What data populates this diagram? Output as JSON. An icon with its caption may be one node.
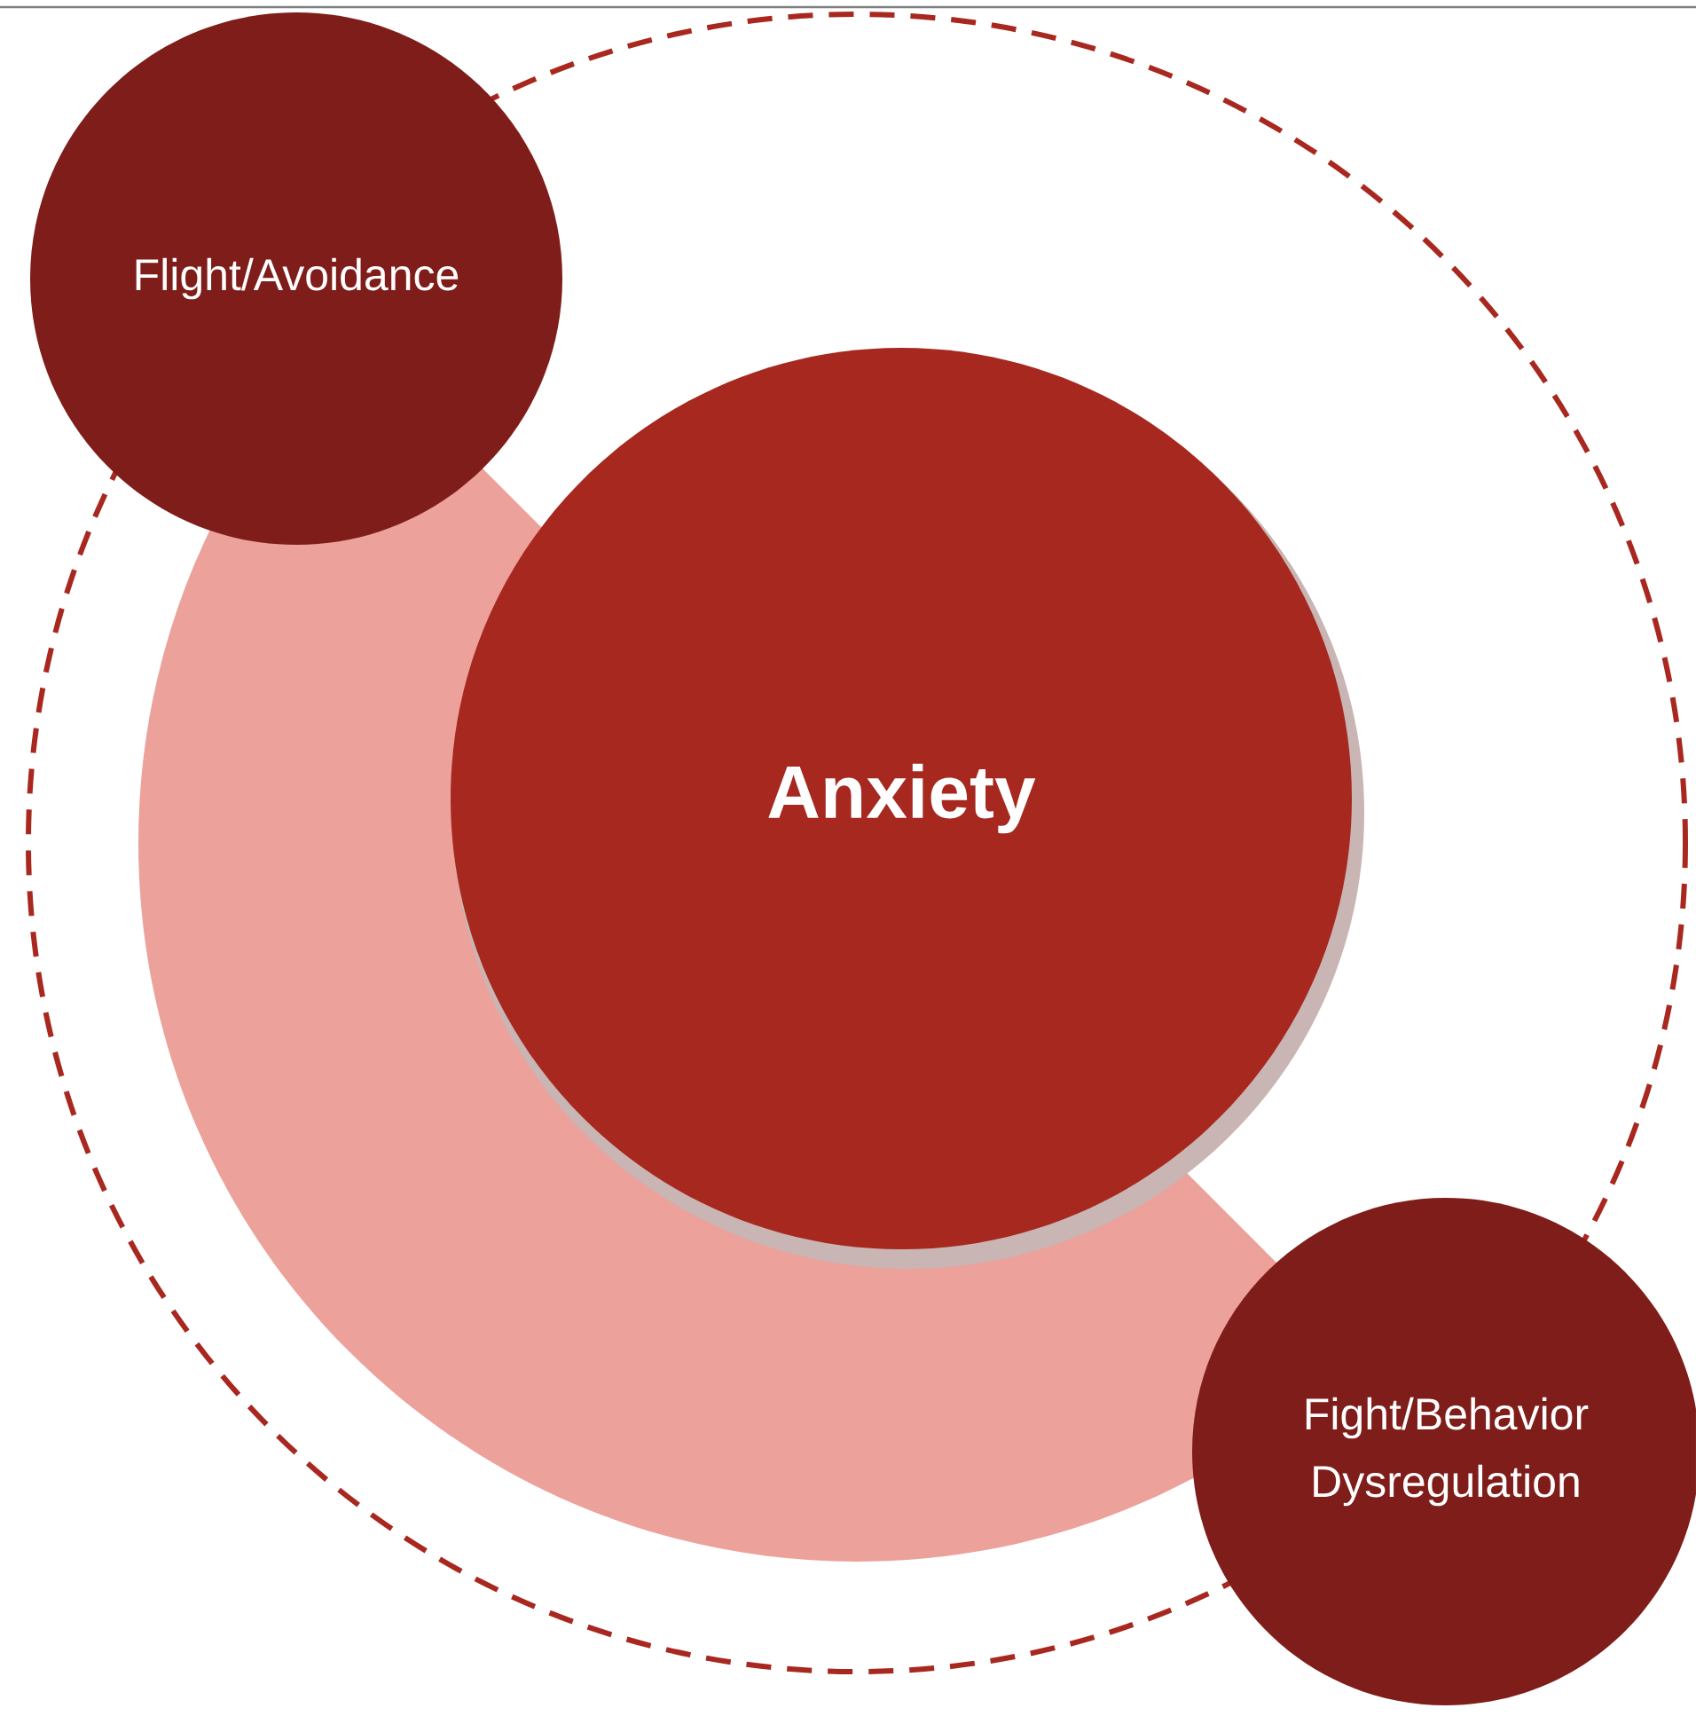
{
  "diagram": {
    "nodes": [
      {
        "text": [
          "Anxiety"
        ]
      },
      {
        "text": [
          "Flight/Avoidance"
        ]
      },
      {
        "text": [
          "Fight/Behavior Dysregulation"
        ]
      }
    ]
  }
}
